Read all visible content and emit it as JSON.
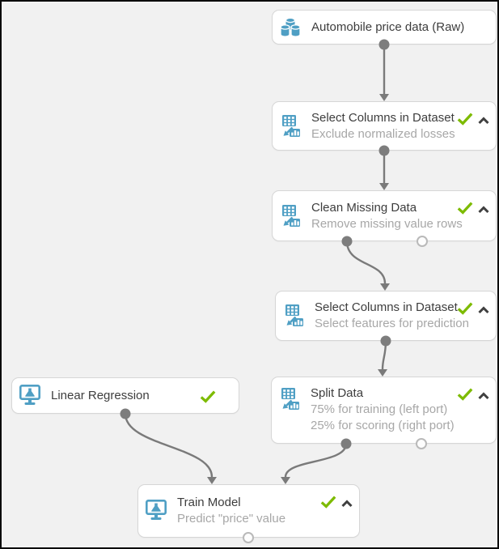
{
  "canvas": {
    "description": "Machine learning experiment pipeline canvas",
    "colors": {
      "canvas_bg": "#f1f1f1",
      "node_bg": "#ffffff",
      "node_border": "#d6d6d6",
      "icon_blue": "#4f9fc4",
      "check_green": "#7dbb00",
      "caret_dark": "#404040",
      "edge_gray": "#7a7a7a",
      "title_text": "#3d3d3d",
      "subtitle_text": "#a7a7a7"
    }
  },
  "nodes": [
    {
      "id": "raw-data",
      "title": "Automobile price data (Raw)",
      "subtitle_lines": [],
      "icon": "dataset-icon",
      "status_check": false,
      "collapse_caret": false,
      "output_ports": [
        "connected"
      ]
    },
    {
      "id": "select-columns-1",
      "title": "Select Columns in Dataset",
      "subtitle_lines": [
        "Exclude normalized losses"
      ],
      "icon": "transform-icon",
      "status_check": true,
      "collapse_caret": true,
      "output_ports": [
        "connected"
      ]
    },
    {
      "id": "clean-missing-data",
      "title": "Clean Missing Data",
      "subtitle_lines": [
        "Remove missing value rows"
      ],
      "icon": "transform-icon",
      "status_check": true,
      "collapse_caret": true,
      "output_ports": [
        "connected",
        "unconnected"
      ]
    },
    {
      "id": "select-columns-2",
      "title": "Select Columns in Dataset",
      "subtitle_lines": [
        "Select features for prediction"
      ],
      "icon": "transform-icon",
      "status_check": true,
      "collapse_caret": true,
      "output_ports": [
        "connected"
      ]
    },
    {
      "id": "split-data",
      "title": "Split Data",
      "subtitle_lines": [
        "75% for training (left port)",
        "25% for scoring (right port)"
      ],
      "icon": "transform-icon",
      "status_check": true,
      "collapse_caret": true,
      "output_ports": [
        "connected",
        "unconnected"
      ]
    },
    {
      "id": "linear-regression",
      "title": "Linear Regression",
      "subtitle_lines": [],
      "icon": "model-icon",
      "status_check": true,
      "collapse_caret": false,
      "output_ports": [
        "connected"
      ]
    },
    {
      "id": "train-model",
      "title": "Train Model",
      "subtitle_lines": [
        "Predict \"price\" value"
      ],
      "icon": "model-icon",
      "status_check": true,
      "collapse_caret": true,
      "output_ports": [
        "unconnected"
      ]
    }
  ],
  "edges": [
    {
      "from": "raw-data",
      "from_port": "output",
      "to": "select-columns-1",
      "to_port": "input"
    },
    {
      "from": "select-columns-1",
      "from_port": "output",
      "to": "clean-missing-data",
      "to_port": "input"
    },
    {
      "from": "clean-missing-data",
      "from_port": "left-output",
      "to": "select-columns-2",
      "to_port": "input"
    },
    {
      "from": "select-columns-2",
      "from_port": "output",
      "to": "split-data",
      "to_port": "input"
    },
    {
      "from": "linear-regression",
      "from_port": "output",
      "to": "train-model",
      "to_port": "left-input"
    },
    {
      "from": "split-data",
      "from_port": "left-output",
      "to": "train-model",
      "to_port": "right-input"
    }
  ]
}
